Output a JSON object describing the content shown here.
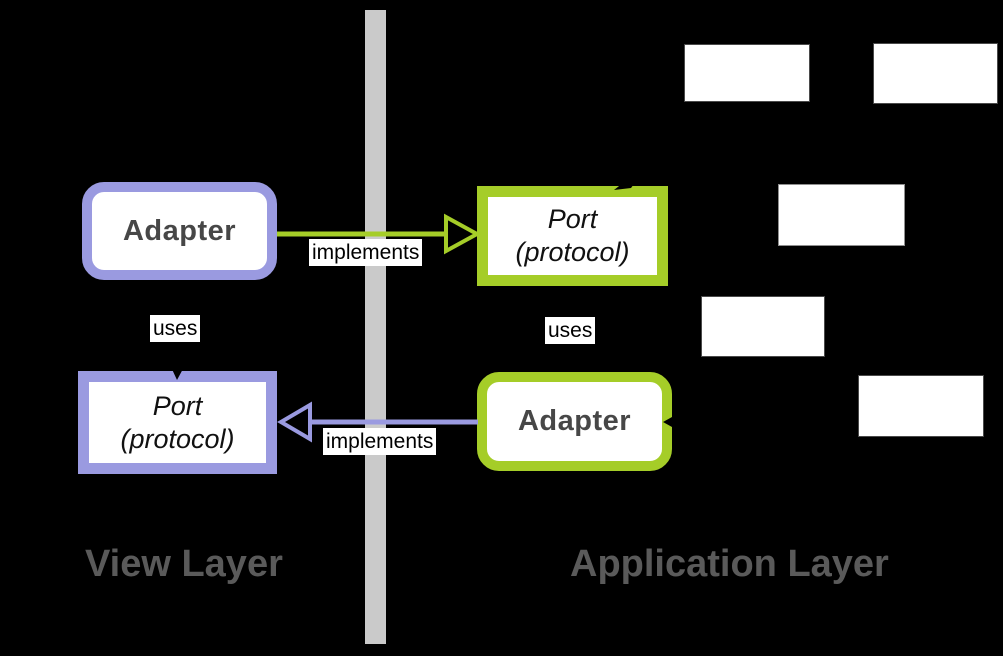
{
  "colors": {
    "background": "#000000",
    "view_accent": "#9a9ae0",
    "application_accent": "#a5cd28",
    "boundary_bar": "#cacaca",
    "layer_label_text": "#5a5a5a",
    "adapter_text": "#474747",
    "port_text": "#111111",
    "edge_label_bg": "#ffffff",
    "edge_label_text": "#000000"
  },
  "nodes": {
    "view_adapter": {
      "label": "Adapter"
    },
    "view_port": {
      "line1": "Port",
      "line2": "(protocol)"
    },
    "app_port": {
      "line1": "Port",
      "line2": "(protocol)"
    },
    "app_adapter": {
      "label": "Adapter"
    }
  },
  "edges": {
    "view_implements": {
      "label": "implements"
    },
    "view_uses": {
      "label": "uses"
    },
    "app_implements": {
      "label": "implements"
    },
    "app_uses": {
      "label": "uses"
    }
  },
  "layer_labels": {
    "view": "View Layer",
    "application": "Application Layer"
  },
  "empty_boxes": {
    "count": 5
  },
  "icons": {
    "view_implements_arrowhead": "hollow-triangle-right-icon",
    "app_implements_arrowhead": "hollow-triangle-left-icon",
    "hidden_arrowheads": "solid-black-arrowhead-icon"
  }
}
